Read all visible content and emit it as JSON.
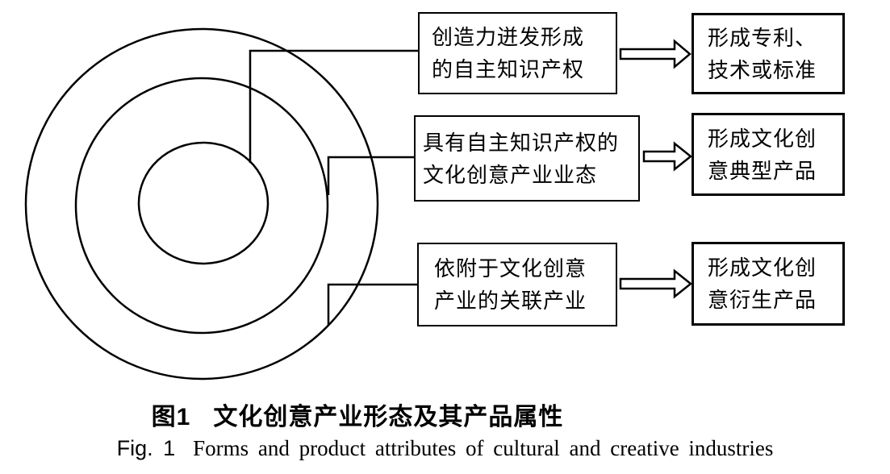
{
  "figure": {
    "rows": [
      {
        "left": {
          "line1": "创造力迸发形成",
          "line2": "的自主知识产权"
        },
        "right": {
          "line1": "形成专利、",
          "line2": "技术或标准"
        }
      },
      {
        "left": {
          "line1": "具有自主知识产权的",
          "line2": "文化创意产业业态"
        },
        "right": {
          "line1": "形成文化创",
          "line2": "意典型产品"
        }
      },
      {
        "left": {
          "line1": "依附于文化创意",
          "line2": "产业的关联产业"
        },
        "right": {
          "line1": "形成文化创",
          "line2": "意衍生产品"
        }
      }
    ],
    "caption_zh_prefix": "图1",
    "caption_zh_text": "文化创意产业形态及其产品属性",
    "caption_en_prefix": "Fig. 1",
    "caption_en_text": "Forms and product attributes of cultural and creative industries"
  },
  "colors": {
    "line": "#000000",
    "background": "#ffffff"
  }
}
